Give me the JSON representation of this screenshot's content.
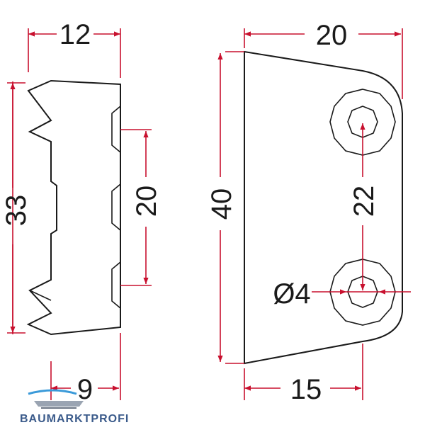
{
  "colors": {
    "dimension": "#c8102e",
    "outline": "#1a1a1a",
    "brand": "#3a5a8a"
  },
  "dimensions": {
    "side_width_top": "12",
    "side_height": "33",
    "side_hole_spacing": "20",
    "side_width_bottom": "9",
    "front_width_top": "20",
    "front_height": "40",
    "front_hole_spacing": "22",
    "hole_diameter": "Ø4",
    "front_width_bottom": "15"
  },
  "brand": {
    "name": "BAUMARKTPROFI",
    "icon": "brand-logo-icon"
  }
}
